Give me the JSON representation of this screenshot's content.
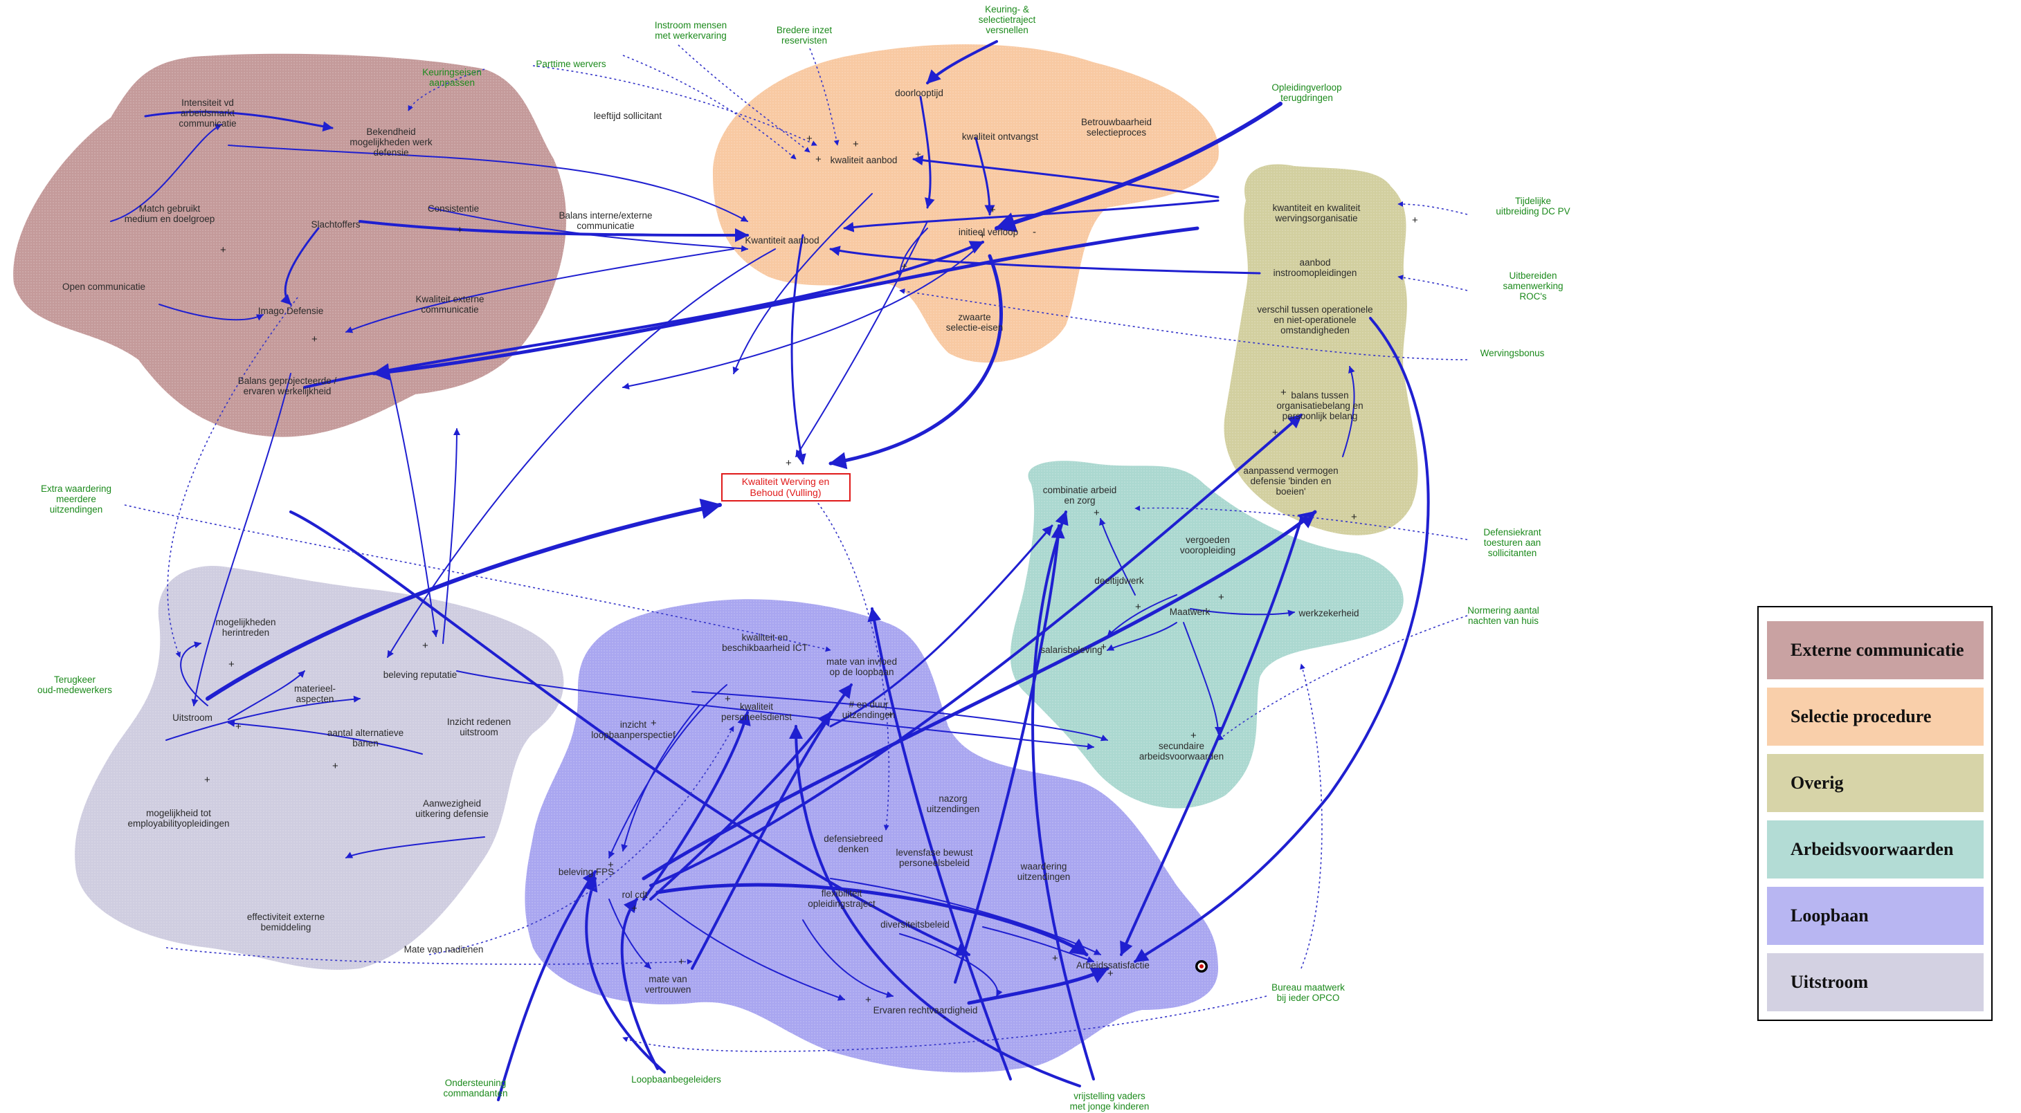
{
  "legend": {
    "items": [
      {
        "label": "Externe communicatie",
        "color": "#c9a2a2"
      },
      {
        "label": "Selectie procedure",
        "color": "#f9cfaa"
      },
      {
        "label": "Overig",
        "color": "#d7d4a8"
      },
      {
        "label": "Arbeidsvoorwaarden",
        "color": "#b3dcd5"
      },
      {
        "label": "Loopbaan",
        "color": "#b8b6f2"
      },
      {
        "label": "Uitstroom",
        "color": "#d3d1e2"
      }
    ]
  },
  "central_variable": "Kwaliteit Werving en Behoud (Vulling)",
  "nodes": {
    "intensiteit": "Intensiteit vd arbeidsmarkt communicatie",
    "bekendheid": "Bekendheid mogelijkheden werk defensie",
    "match": "Match gebruikt medium en doelgroep",
    "consistentie": "Consistentie",
    "balans_comm": "Balans interne/externe communicatie",
    "slachtoffers": "Slachtoffers",
    "open_comm": "Open communicatie",
    "imago": "Imago Defensie",
    "kwal_ext_comm": "Kwaliteit externe communicatie",
    "balans_geproj": "Balans geprojecteerde / ervaren werkelijkheid",
    "doorlooptijd": "doorlooptijd",
    "leeftijd": "leeftijd sollicitant",
    "kwal_aanbod": "kwaliteit aanbod",
    "kwal_ontvangst": "kwaliteit ontvangst",
    "betrouwbaarheid": "Betrouwbaarheid selectieproces",
    "kwant_aanbod": "Kwantiteit aanbod",
    "initieel_verloop": "initieel verloop",
    "zwaarte": "zwaarte selectie-eisen",
    "kk_werving": "kwantiteit en kwaliteit wervingsorganisatie",
    "aanbod_instroom": "aanbod instroomopleidingen",
    "verschil_oper": "verschil tussen operationele en niet-operationele omstandigheden",
    "balans_org": "balans tussen organisatiebelang en persoonlijk belang",
    "aanpassend": "aanpassend vermogen defensie 'binden en boeien'",
    "combinatie": "combinatie arbeid en zorg",
    "vergoeden": "vergoeden vooropleiding",
    "deeltijd": "deeltijdwerk",
    "maatwerk": "Maatwerk",
    "werkzekerheid": "werkzekerheid",
    "salaris": "salarisbeleving",
    "secundaire": "secundaire arbeidsvoorwaarden",
    "mogelijkheden_herintreden": "mogelijkheden herintreden",
    "beleving_reputatie": "beleving reputatie",
    "materieel": "materieel-aspecten",
    "inzicht_redenen": "Inzicht redenen uitstroom",
    "uitstroom": "Uitstroom",
    "alternatieve": "aantal alternatieve banen",
    "aanwezigheid": "Aanwezigheid uitkering defensie",
    "mogelijkheid_tot": "mogelijkheid tot employabilityopleidingen",
    "effectiviteit": "effectiviteit externe bemiddeling",
    "mate_nadienen": "Mate van nadienen",
    "kwal_ict": "kwaliteit en beschikbaarheid ICT",
    "mate_invloed": "mate van invloed op de loopbaan",
    "inzicht_loopbaan": "inzicht loopbaanperspectief",
    "kwal_personeels": "kwaliteit personeelsdienst",
    "duur_uitz": "# en duur uitzendingen",
    "nazorg": "nazorg uitzendingen",
    "defensiebreed": "defensiebreed denken",
    "levensfase": "levensfase bewust personeelsbeleid",
    "beleving_fps": "beleving FPS",
    "rol_cdt": "rol cdt",
    "waardering_uitz": "waardering uitzendingen",
    "flexibiliteit": "flexibiliteit opleidingstraject",
    "diversiteit": "diversiteitsbeleid",
    "arbeidssatisfactie": "Arbeidssatisfactie",
    "mate_vertrouwen": "mate van vertrouwen",
    "ervaren_recht": "Ervaren rechtvaardigheid"
  },
  "external": {
    "instroom_mensen": "Instroom mensen met werkervaring",
    "bredere_inzet": "Bredere inzet reservisten",
    "keuring": "Keuring- & selectietraject versnellen",
    "keuringseisen": "Keuringseisen aanpassen",
    "parttime": "Parttime wervers",
    "opleidingverloop": "Opleidingverloop terugdringen",
    "tijdelijke": "Tijdelijke uitbreiding DC PV",
    "uitbreiden_roc": "Uitbereiden samenwerking ROC's",
    "wervingsbonus": "Wervingsbonus",
    "extra_waardering": "Extra waardering meerdere uitzendingen",
    "defensiekrant": "Defensiekrant toesturen aan sollicitanten",
    "normering": "Normering aantal nachten van huis",
    "terugkeer": "Terugkeer oud-medewerkers",
    "bureau_maatwerk": "Bureau maatwerk bij ieder OPCO",
    "ondersteuning": "Ondersteuning commandanten",
    "loopbaanbegeleiders": "Loopbaanbegeleiders",
    "vrijstelling": "vrijstelling vaders met jonge kinderen"
  },
  "colors": {
    "link": "#1f1fd0",
    "link_dotted": "#3535c8",
    "external_text": "#1c8a1c",
    "central_border": "#e01a1a"
  }
}
